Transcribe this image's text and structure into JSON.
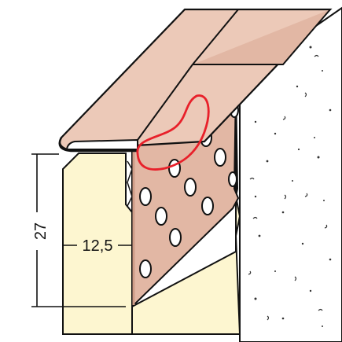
{
  "dimensions": {
    "height_label": "27",
    "width_label": "12,5"
  },
  "colors": {
    "background": "#ffffff",
    "profile_pink": "#e2b7a4",
    "profile_pink_light": "#ecc9b8",
    "profile_pink_dark": "#cf9d88",
    "plaster_cream": "#fdf6d0",
    "wall_white": "#ffffff",
    "outline": "#111111",
    "highlight": "#e8202a"
  },
  "features": {
    "perforation_holes": 12,
    "highlight_annotation": "red-freehand-loop"
  }
}
